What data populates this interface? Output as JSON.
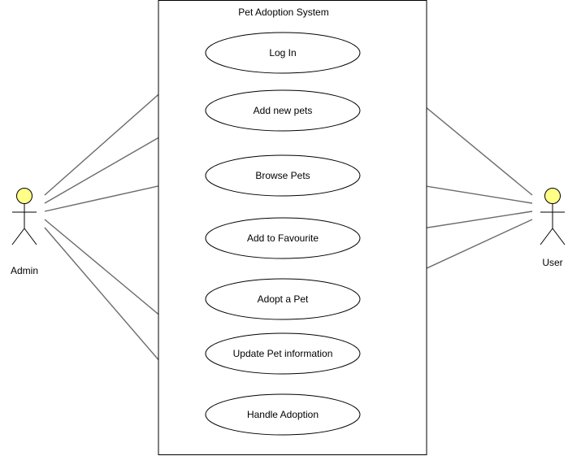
{
  "diagram": {
    "type": "uml-use-case",
    "system": {
      "title": "Pet Adoption System"
    },
    "actors": [
      {
        "id": "admin",
        "label": "Admin"
      },
      {
        "id": "user",
        "label": "User"
      }
    ],
    "use_cases": [
      {
        "id": "login",
        "label": "Log In"
      },
      {
        "id": "add-new-pets",
        "label": "Add new pets"
      },
      {
        "id": "browse-pets",
        "label": "Browse Pets"
      },
      {
        "id": "add-to-favourite",
        "label": "Add to Favourite"
      },
      {
        "id": "adopt-a-pet",
        "label": "Adopt a Pet"
      },
      {
        "id": "update-pet-information",
        "label": "Update Pet information"
      },
      {
        "id": "handle-adoption",
        "label": "Handle Adoption"
      }
    ],
    "associations": [
      {
        "actor": "admin",
        "use_case": "login"
      },
      {
        "actor": "admin",
        "use_case": "add-new-pets"
      },
      {
        "actor": "admin",
        "use_case": "browse-pets"
      },
      {
        "actor": "admin",
        "use_case": "update-pet-information"
      },
      {
        "actor": "admin",
        "use_case": "handle-adoption"
      },
      {
        "actor": "user",
        "use_case": "login"
      },
      {
        "actor": "user",
        "use_case": "browse-pets"
      },
      {
        "actor": "user",
        "use_case": "add-to-favourite"
      },
      {
        "actor": "user",
        "use_case": "adopt-a-pet"
      }
    ],
    "colors": {
      "actor_head_fill": "#ffff88",
      "line": "#6b6b6b",
      "border": "#000000"
    }
  }
}
